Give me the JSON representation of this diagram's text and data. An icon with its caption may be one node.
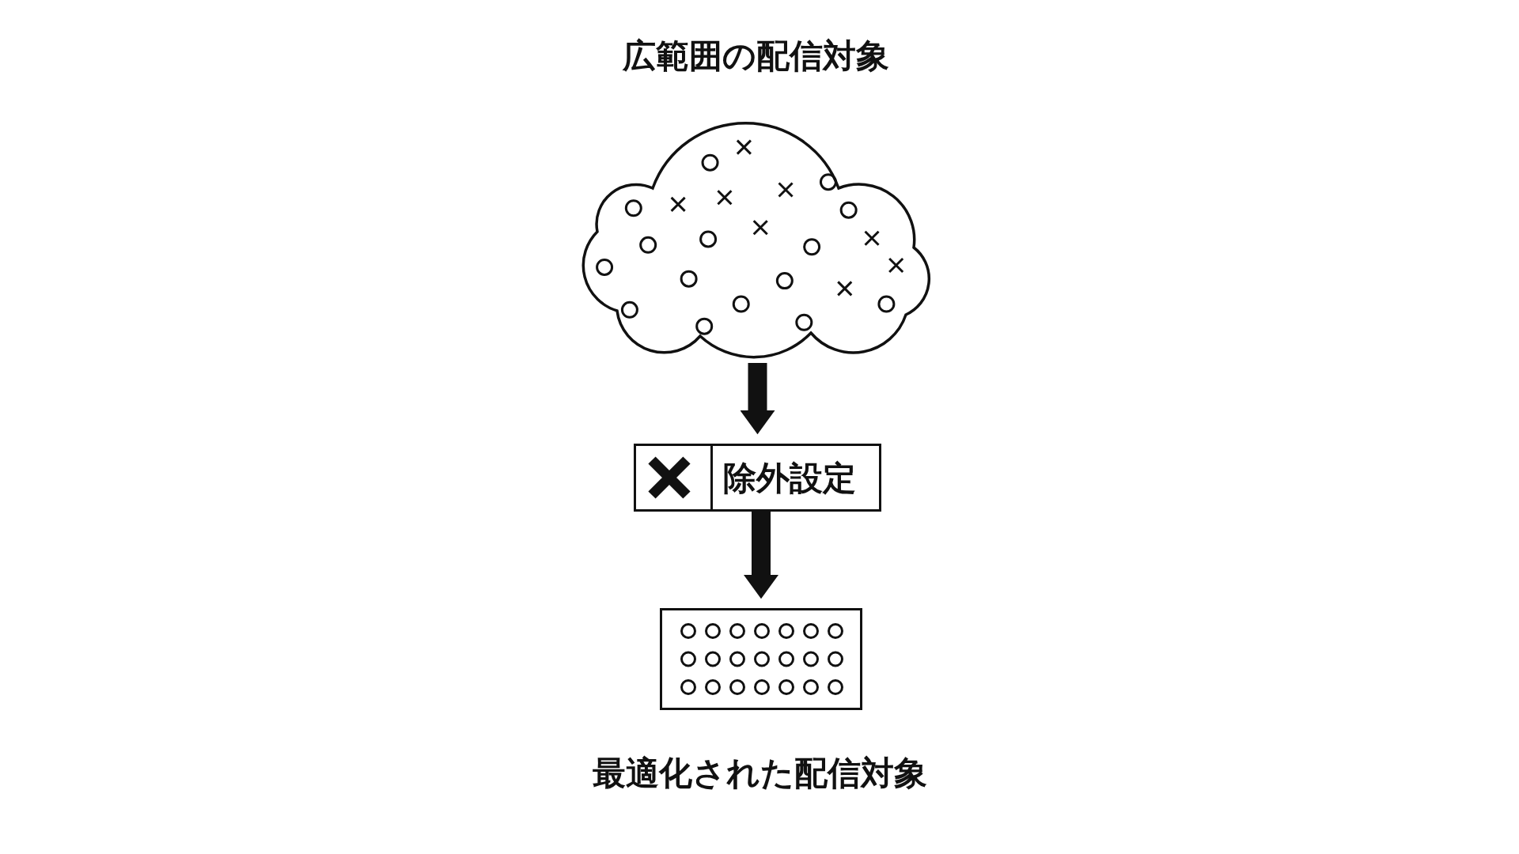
{
  "diagram": {
    "nodes": [
      {
        "text": [
          "広範囲の配信対象"
        ]
      },
      {
        "text": [
          "除外設定"
        ]
      },
      {
        "text": [
          "最適化された配信対象"
        ]
      }
    ],
    "edges": [
      {
        "from": 0,
        "to": 1,
        "arrow": "to"
      },
      {
        "from": 1,
        "to": 2,
        "arrow": "to"
      }
    ]
  }
}
